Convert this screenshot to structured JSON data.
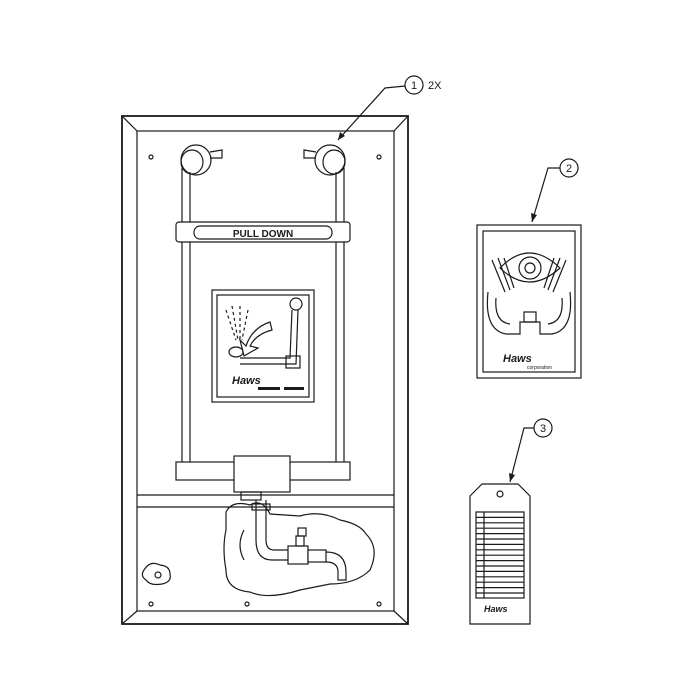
{
  "callouts": [
    {
      "number": "1",
      "qty": "2X"
    },
    {
      "number": "2",
      "qty": ""
    },
    {
      "number": "3",
      "qty": ""
    }
  ],
  "unit_label": "PULL DOWN",
  "brand": {
    "name": "Haws",
    "tagline": "corporation"
  },
  "colors": {
    "line": "#1a1a1a",
    "background": "#ffffff"
  }
}
